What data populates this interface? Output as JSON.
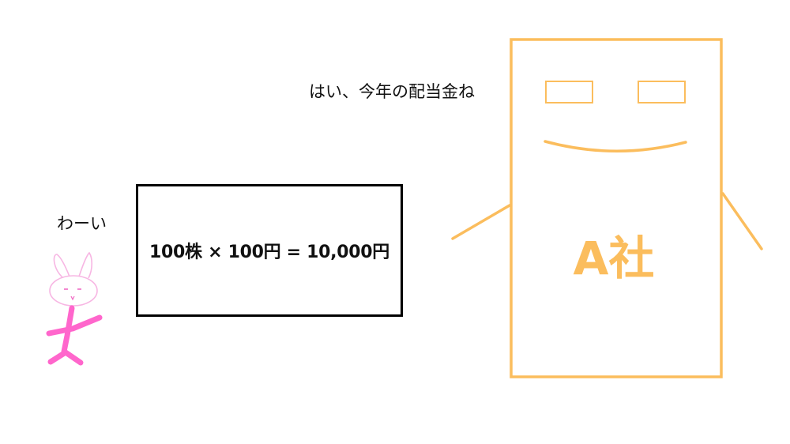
{
  "company": {
    "speech": "はい、今年の配当金ね",
    "label": "A社",
    "color": "#fbbd5d"
  },
  "rabbit": {
    "speech": "わーい",
    "head_color": "#f7b6e3",
    "body_color": "#ff66cc"
  },
  "equation": {
    "text": "100株 × 100円 = 10,000円"
  }
}
